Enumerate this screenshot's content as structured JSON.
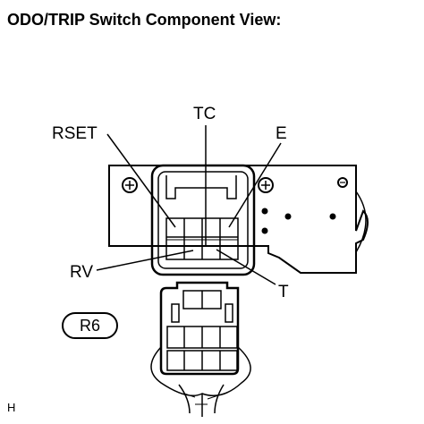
{
  "title": "ODO/TRIP Switch Component View:",
  "terminals": {
    "rset": "RSET",
    "tc": "TC",
    "e": "E",
    "rv": "RV",
    "t": "T"
  },
  "connector_code": "R6",
  "figure_code": "H"
}
